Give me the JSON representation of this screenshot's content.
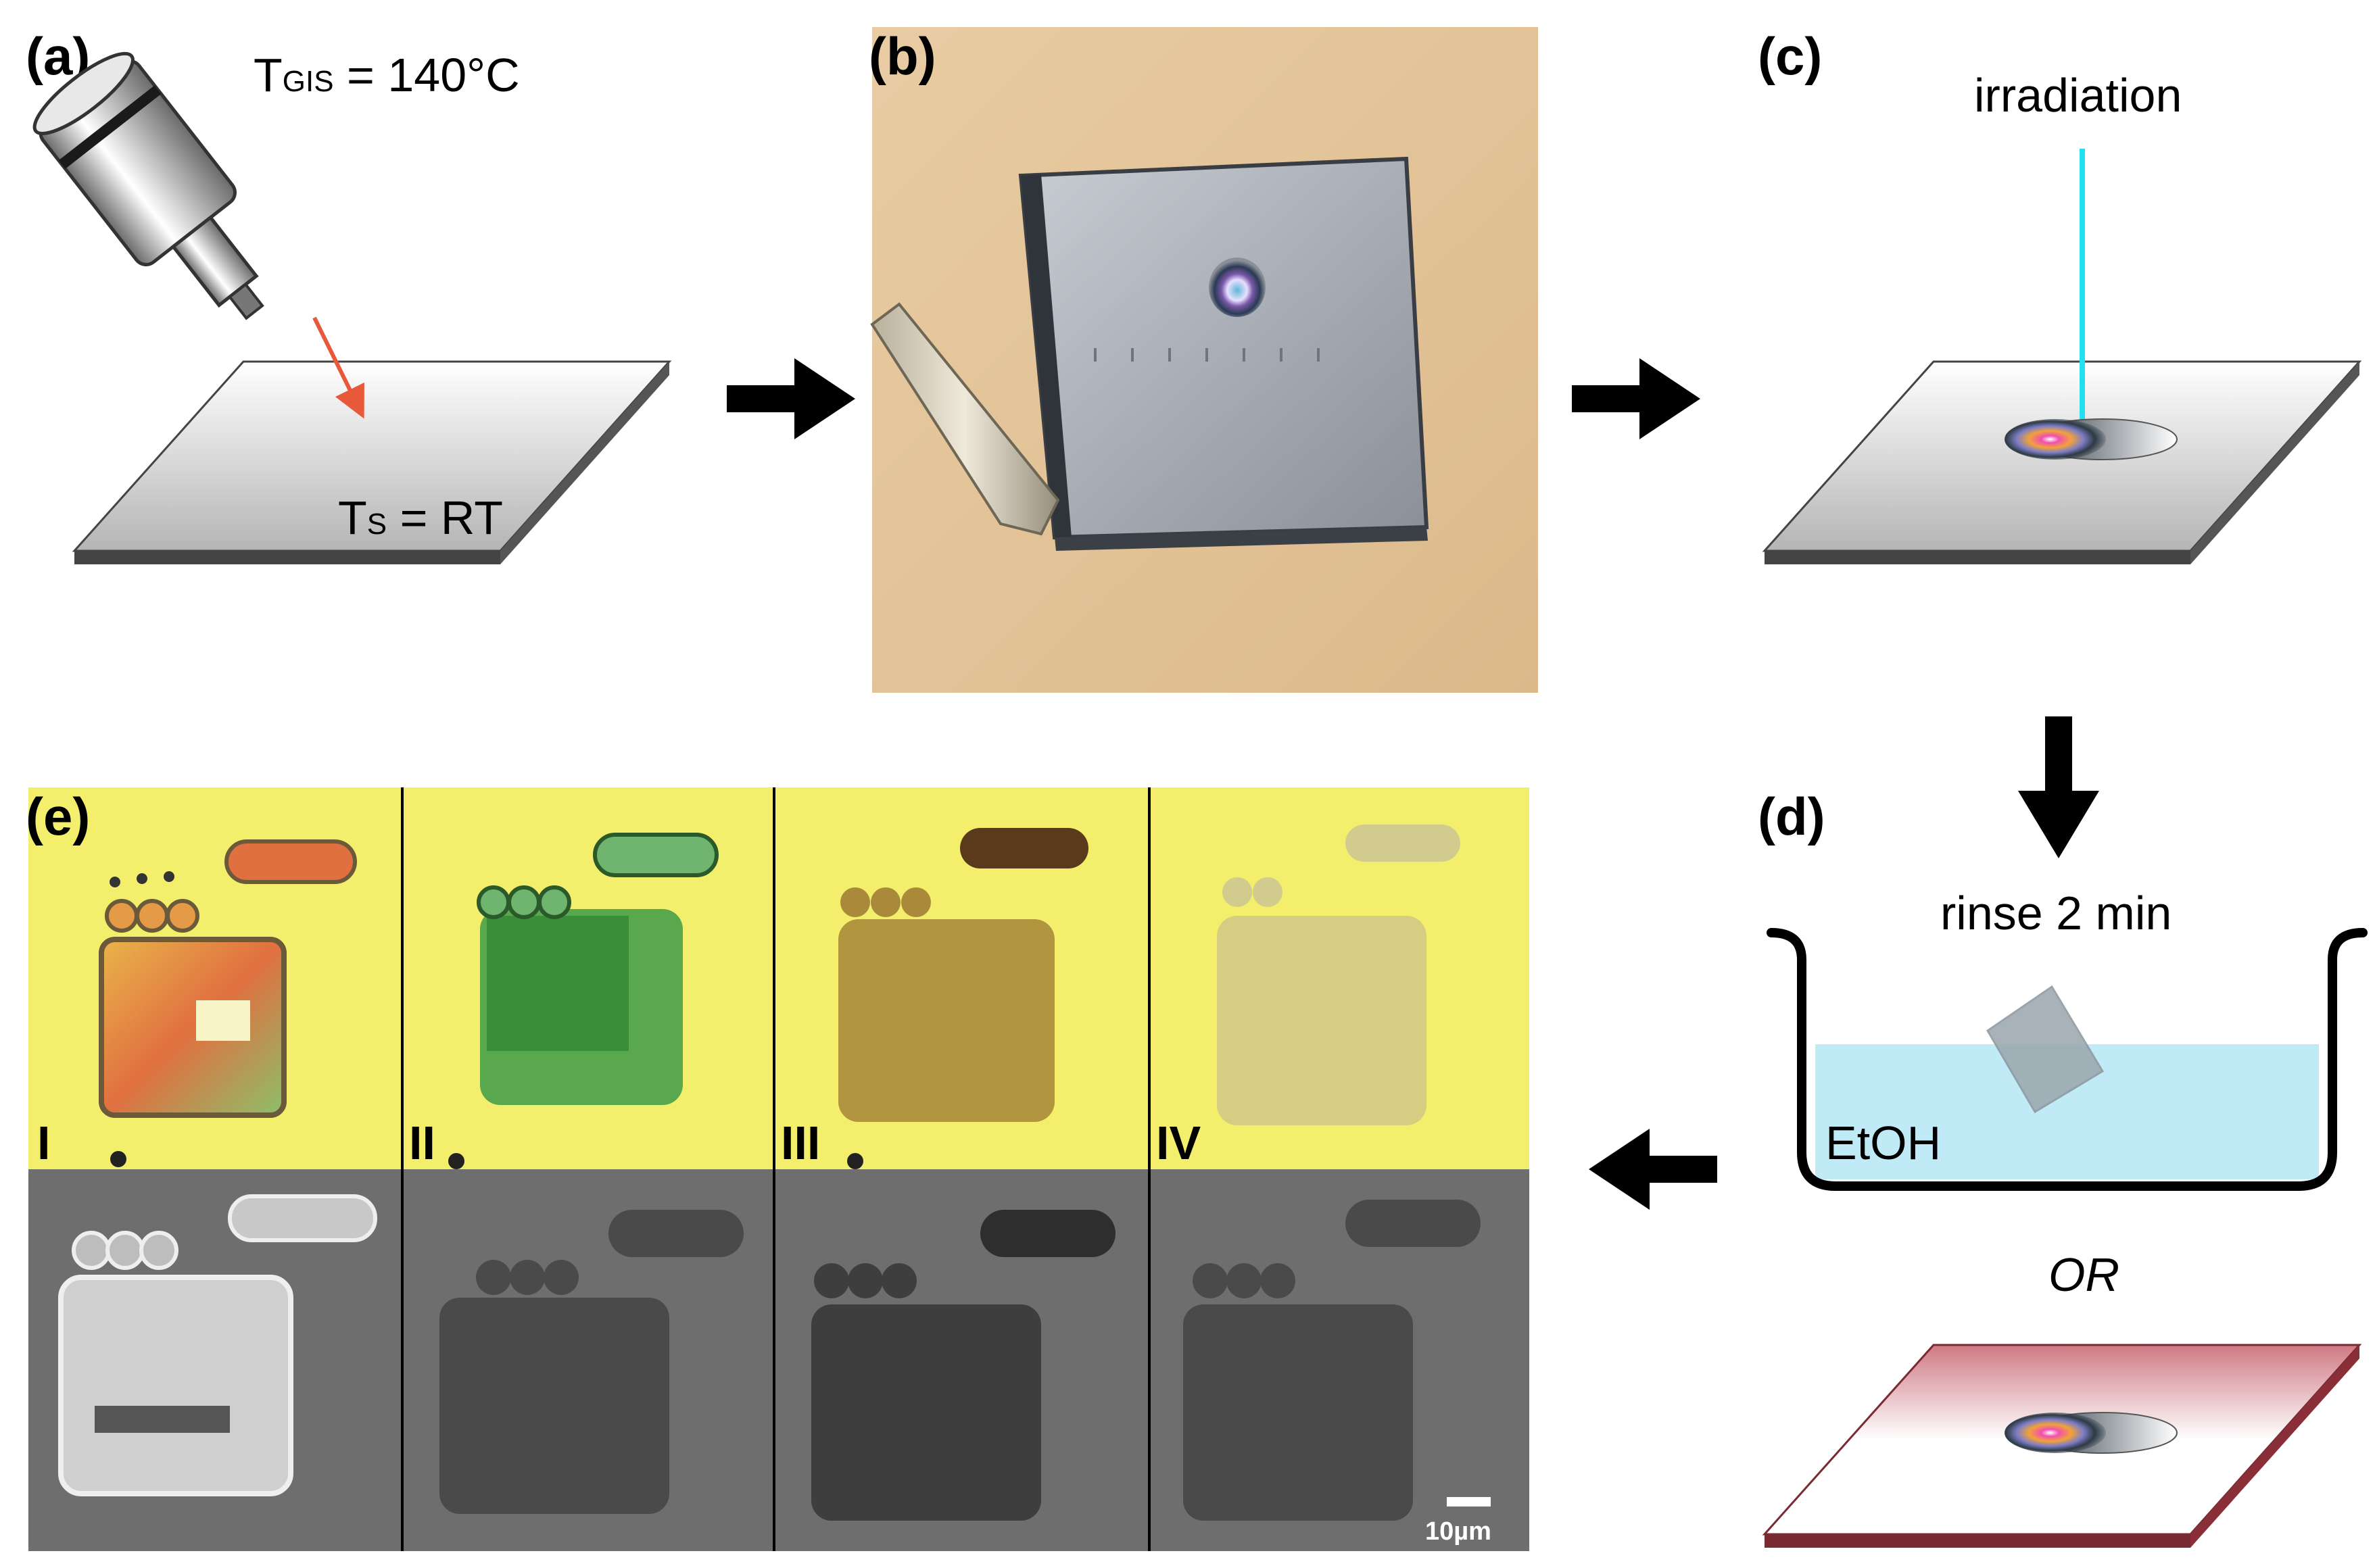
{
  "panels": {
    "a": {
      "label": "(a)",
      "t_gis_main": "T",
      "t_gis_sub": "GIS",
      "t_gis_value": " = 140°C",
      "t_s_main": "T",
      "t_s_sub": "S",
      "t_s_value": " = RT"
    },
    "b": {
      "label": "(b)"
    },
    "c": {
      "label": "(c)",
      "beam_label": "irradiation"
    },
    "d": {
      "label": "(d)",
      "rinse_label": "rinse 2 min",
      "solvent_label": "EtOH",
      "or_label": "OR"
    },
    "e": {
      "label": "(e)",
      "columns": [
        "I",
        "II",
        "III",
        "IV"
      ],
      "scale_bar": "10µm"
    }
  },
  "colors": {
    "optical_background": "#f3ee6c",
    "sem_background": "#6e6e6e",
    "photo_background": "#e7c9a0",
    "beam": "#22e0ee",
    "ethanol": "#bfeaf6",
    "nozzle_arrow": "#e8583a",
    "heated_substrate": "#b8505a"
  },
  "icons": {
    "gas_injector": "gis-nozzle-icon",
    "process_arrow": "arrow-icon",
    "beaker": "beaker-icon"
  }
}
